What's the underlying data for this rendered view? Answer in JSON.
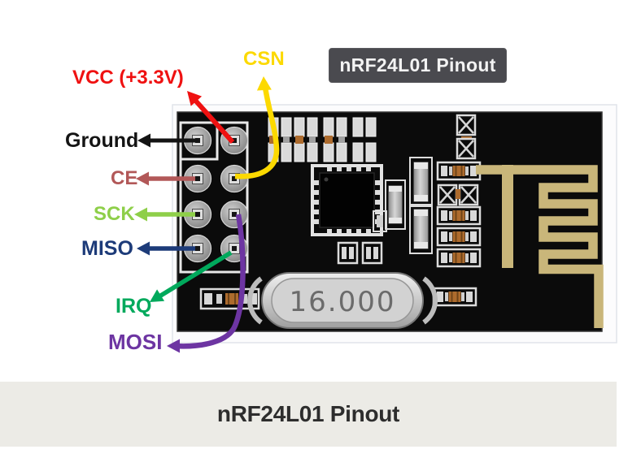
{
  "figure": {
    "badge_label": "nRF24L01 Pinout",
    "crystal_label": "16.000",
    "pins": [
      {
        "name": "Ground",
        "color": "#141414"
      },
      {
        "name": "VCC (+3.3V)",
        "color": "#ef1111"
      },
      {
        "name": "CSN",
        "color": "#fcd900"
      },
      {
        "name": "CE",
        "color": "#b25858"
      },
      {
        "name": "SCK",
        "color": "#8ecf49"
      },
      {
        "name": "MISO",
        "color": "#1d3b79"
      },
      {
        "name": "IRQ",
        "color": "#00a95c"
      },
      {
        "name": "MOSI",
        "color": "#6d35a2"
      }
    ]
  },
  "caption": {
    "text": "nRF24L01 Pinout"
  },
  "colors": {
    "badge_bg": "#4a4a4f",
    "caption_bg": "#ecebe6",
    "antenna": "#c9b67a",
    "board": "#0b0b0b",
    "component_body_orange": "#ad6b2d"
  }
}
